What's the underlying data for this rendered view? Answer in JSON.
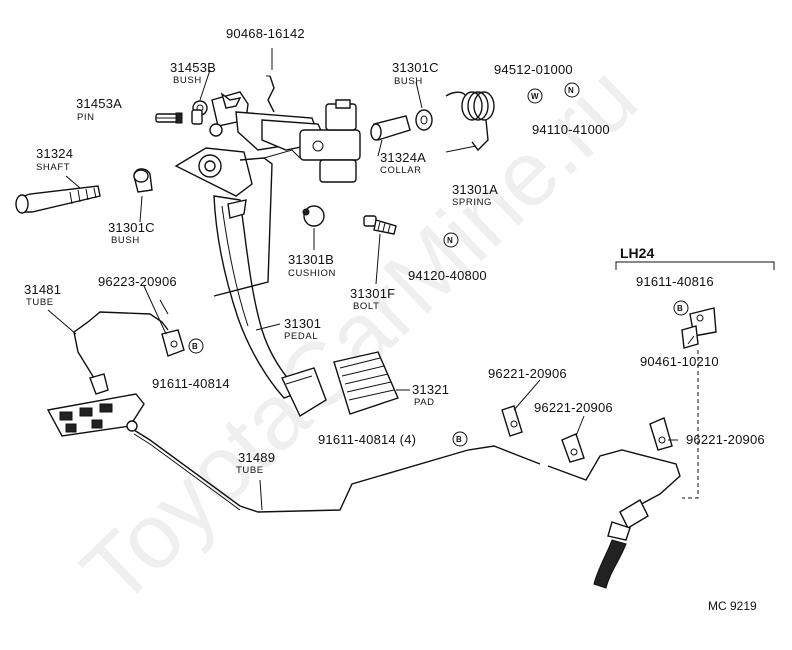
{
  "watermark": "ToyotaCarMine.ru",
  "diagram_code": "MC  9219",
  "variant_label": "LH24",
  "callouts": {
    "p90468": {
      "pn": "90468-16142"
    },
    "p31453B": {
      "pn": "31453B",
      "name": "BUSH"
    },
    "p31453A": {
      "pn": "31453A",
      "name": "PIN"
    },
    "p31324": {
      "pn": "31324",
      "name": "SHAFT"
    },
    "p31301C_top": {
      "pn": "31301C",
      "name": "BUSH"
    },
    "p31301C_left": {
      "pn": "31301C",
      "name": "BUSH"
    },
    "p94512": {
      "pn": "94512-01000"
    },
    "p94110": {
      "pn": "94110-41000"
    },
    "p31324A": {
      "pn": "31324A",
      "name": "COLLAR"
    },
    "p31301A": {
      "pn": "31301A",
      "name": "SPRING"
    },
    "p31301B": {
      "pn": "31301B",
      "name": "CUSHION"
    },
    "p94120": {
      "pn": "94120-40800"
    },
    "p31301F": {
      "pn": "31301F",
      "name": "BOLT"
    },
    "p31481": {
      "pn": "31481",
      "name": "TUBE"
    },
    "p96223": {
      "pn": "96223-20906"
    },
    "p31301": {
      "pn": "31301",
      "name": "PEDAL"
    },
    "p91611_40814": {
      "pn": "91611-40814"
    },
    "p31321": {
      "pn": "31321",
      "name": "PAD"
    },
    "p96221_a": {
      "pn": "96221-20906"
    },
    "p96221_b": {
      "pn": "96221-20906"
    },
    "p96221_c": {
      "pn": "96221-20906"
    },
    "p91611_40814_4": {
      "pn": "91611-40814 (4)"
    },
    "p31489": {
      "pn": "31489",
      "name": "TUBE"
    },
    "p91611_40816": {
      "pn": "91611-40816"
    },
    "p90461": {
      "pn": "90461-10210"
    }
  },
  "circle_marks": {
    "w": "W",
    "n": "N",
    "b": "B"
  }
}
